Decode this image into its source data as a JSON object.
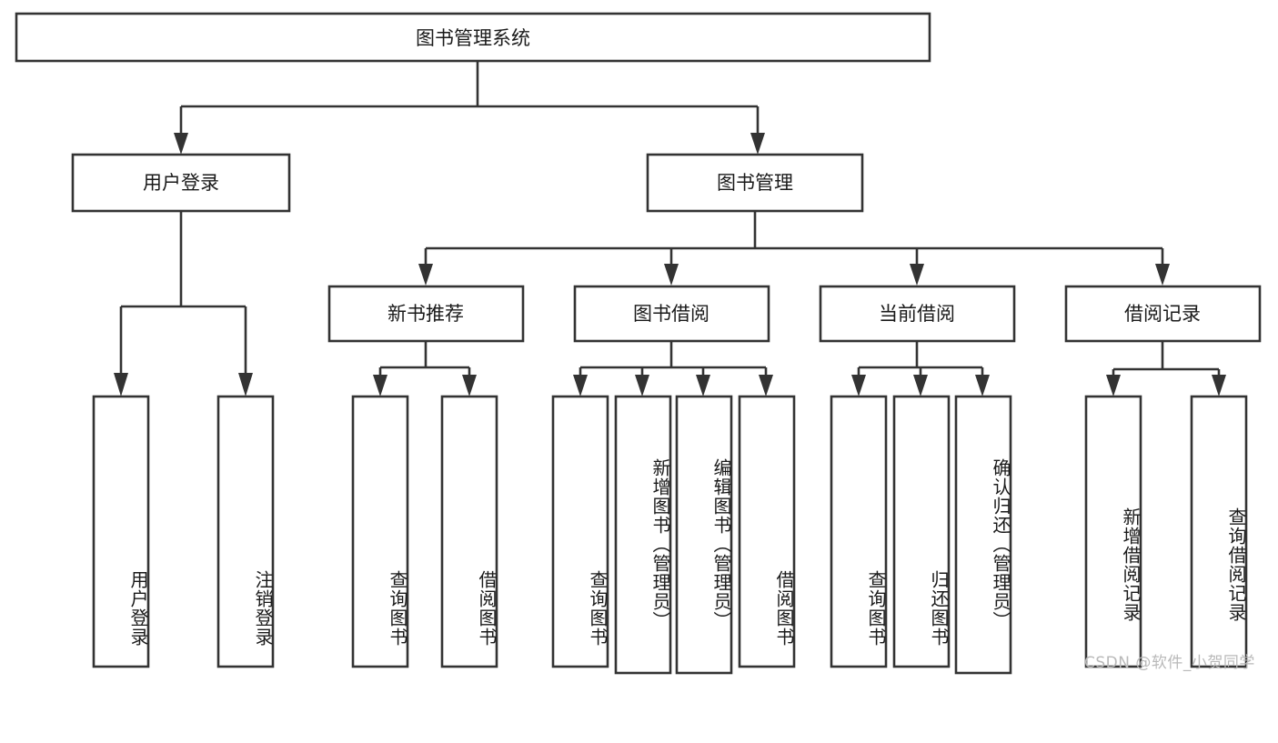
{
  "diagram": {
    "type": "tree-hierarchy",
    "title": "图书管理系统",
    "watermark": "CSDN @软件_小贺同学",
    "colors": {
      "box_stroke": "#333333",
      "box_fill": "#ffffff",
      "text": "#1a1a1a",
      "background": "#ffffff",
      "watermark": "#b9b9b9"
    },
    "root": {
      "label": "图书管理系统"
    },
    "level2": [
      {
        "label": "用户登录"
      },
      {
        "label": "图书管理"
      }
    ],
    "level3": [
      {
        "label": "新书推荐"
      },
      {
        "label": "图书借阅"
      },
      {
        "label": "当前借阅"
      },
      {
        "label": "借阅记录"
      }
    ],
    "leaves": {
      "user_login": [
        {
          "label": "用户登录"
        },
        {
          "label": "注销登录"
        }
      ],
      "new_book_recommend": [
        {
          "label": "查询图书"
        },
        {
          "label": "借阅图书"
        }
      ],
      "book_borrow": [
        {
          "label": "查询图书"
        },
        {
          "label": "新增图书（管理员）"
        },
        {
          "label": "编辑图书（管理员）"
        },
        {
          "label": "借阅图书"
        }
      ],
      "current_borrow": [
        {
          "label": "查询图书"
        },
        {
          "label": "归还图书"
        },
        {
          "label": "确认归还（管理员）"
        }
      ],
      "borrow_record": [
        {
          "label": "新增借阅记录"
        },
        {
          "label": "查询借阅记录"
        }
      ]
    }
  }
}
